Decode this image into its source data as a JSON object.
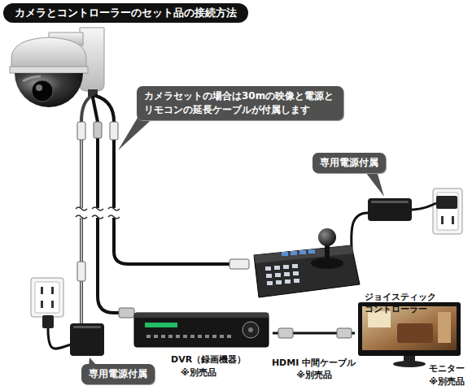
{
  "diagram": {
    "title": "カメラとコントローラーのセット品の接続方法",
    "nodes": [
      {
        "text": [
          "カメラセットの場合は30mの映像と電源とリモコンの延長ケーブルが付属します"
        ]
      },
      {
        "text": [
          "専用電源付属"
        ]
      },
      {
        "text": [
          "ジョイスティック コントローラー"
        ]
      },
      {
        "text": [
          "専用電源付属"
        ]
      },
      {
        "text": [
          "DVR（録画機器）",
          "※別売品"
        ]
      },
      {
        "text": [
          "モニター",
          "※別売品"
        ]
      }
    ],
    "edges": [
      {
        "from": 4,
        "to": 5,
        "arrow": "none",
        "label": "HDMI 中間ケーブル"
      }
    ],
    "labels": [
      "※別売品"
    ]
  }
}
